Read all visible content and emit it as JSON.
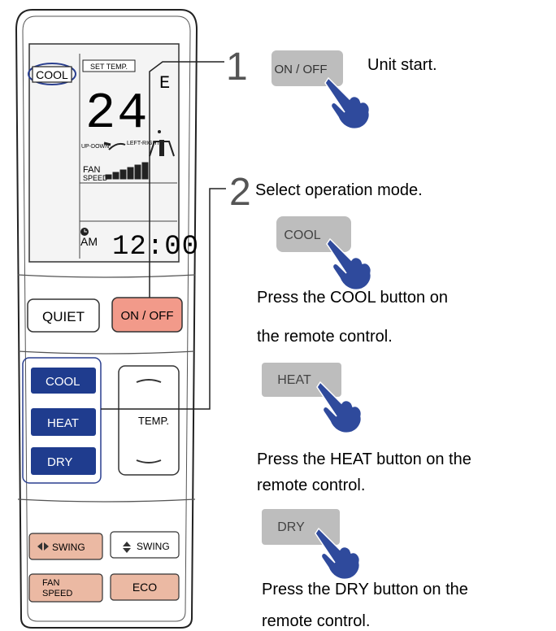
{
  "remote": {
    "lcd": {
      "mode": "COOL",
      "set_temp_label": "SET TEMP.",
      "temperature": "24",
      "unit": "E",
      "swing_up_down_label": "UP-DOWN",
      "swing_left_right_label": "LEFT-RIGHT",
      "fan_label_1": "FAN",
      "fan_label_2": "SPEED",
      "fan_level": 6,
      "fan_level_max": 6,
      "time_period": "AM",
      "time": "12:00"
    },
    "buttons": {
      "quiet": "QUIET",
      "on_off": "ON / OFF",
      "cool": "COOL",
      "heat": "HEAT",
      "dry": "DRY",
      "temp": "TEMP.",
      "swing_lr": "SWING",
      "swing_ud": "SWING",
      "fan_speed_1": "FAN",
      "fan_speed_2": "SPEED",
      "eco": "ECO"
    },
    "colors": {
      "mode_button": "#1f3c8e",
      "on_off_button": "#f29a8a",
      "light_button": "#ebb9a3",
      "highlight_outline": "#2a3f8f"
    }
  },
  "steps": [
    {
      "number": "1",
      "button_label": "ON / OFF",
      "text": "Unit start."
    },
    {
      "number": "2",
      "text": "Select operation mode."
    }
  ],
  "modes": [
    {
      "button_label": "COOL",
      "line1": "Press the COOL button on",
      "line2": "the remote control."
    },
    {
      "button_label": "HEAT",
      "line1": "Press the HEAT button on the",
      "line2": " remote control."
    },
    {
      "button_label": "DRY",
      "line1": "Press the DRY button on the",
      "line2": "remote control."
    }
  ]
}
